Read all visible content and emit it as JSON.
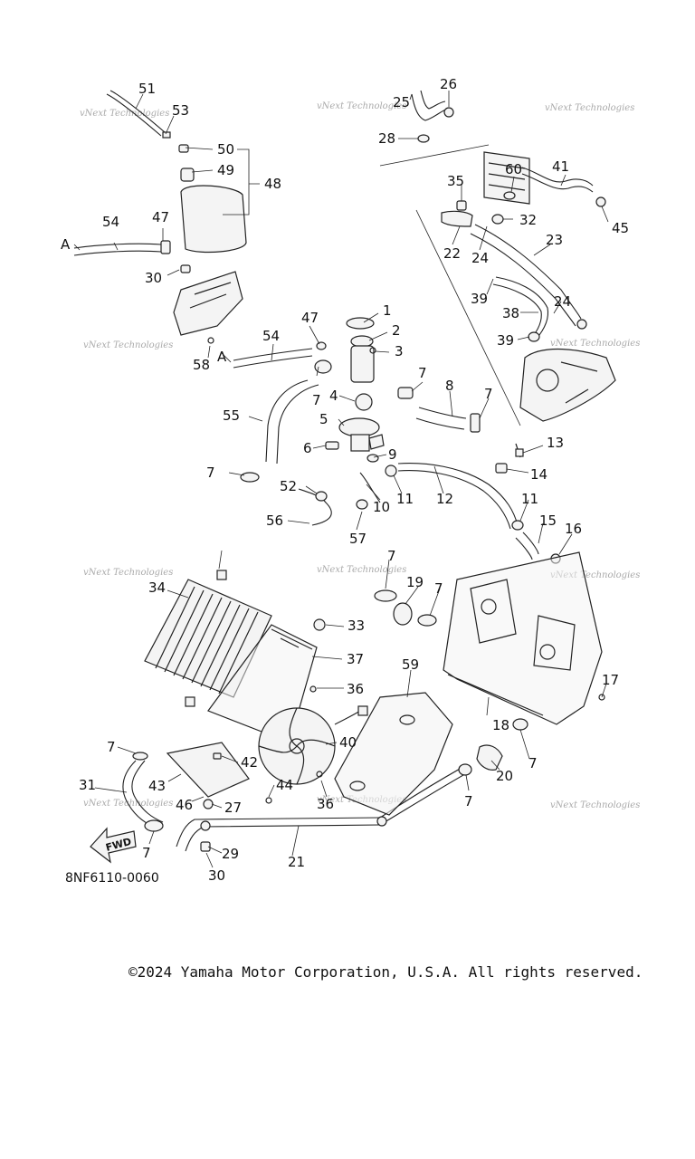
{
  "watermark_text": "vNext Technologies",
  "figure_code": "8NF6110-0060",
  "fwd_label": "FWD",
  "copyright": "©2024 Yamaha Motor Corporation, U.S.A. All rights reserved.",
  "callouts": {
    "c1": "1",
    "c2": "2",
    "c3": "3",
    "c4": "4",
    "c5": "5",
    "c6": "6",
    "c7a": "7",
    "c7b": "7",
    "c7c": "7",
    "c7d": "7",
    "c7e": "7",
    "c7f": "7",
    "c7g": "7",
    "c7h": "7",
    "c7i": "7",
    "c7j": "7",
    "c8": "8",
    "c9": "9",
    "c10": "10",
    "c11a": "11",
    "c11b": "11",
    "c12": "12",
    "c13": "13",
    "c14": "14",
    "c15": "15",
    "c16": "16",
    "c17": "17",
    "c18": "18",
    "c19": "19",
    "c20": "20",
    "c21": "21",
    "c22": "22",
    "c23": "23",
    "c24a": "24",
    "c24b": "24",
    "c25": "25",
    "c26": "26",
    "c27": "27",
    "c28": "28",
    "c29": "29",
    "c30a": "30",
    "c30b": "30",
    "c31": "31",
    "c32": "32",
    "c33": "33",
    "c34": "34",
    "c35": "35",
    "c36a": "36",
    "c36b": "36",
    "c37": "37",
    "c38": "38",
    "c39a": "39",
    "c39b": "39",
    "c40": "40",
    "c41": "41",
    "c42": "42",
    "c43": "43",
    "c44": "44",
    "c45": "45",
    "c46": "46",
    "c47a": "47",
    "c47b": "47",
    "c48": "48",
    "c49": "49",
    "c50": "50",
    "c51": "51",
    "c52": "52",
    "c53": "53",
    "c54a": "54",
    "c54b": "54",
    "c55": "55",
    "c56": "56",
    "c57": "57",
    "c58": "58",
    "c59": "59",
    "c60": "60",
    "refA1": "A",
    "refA2": "A"
  }
}
